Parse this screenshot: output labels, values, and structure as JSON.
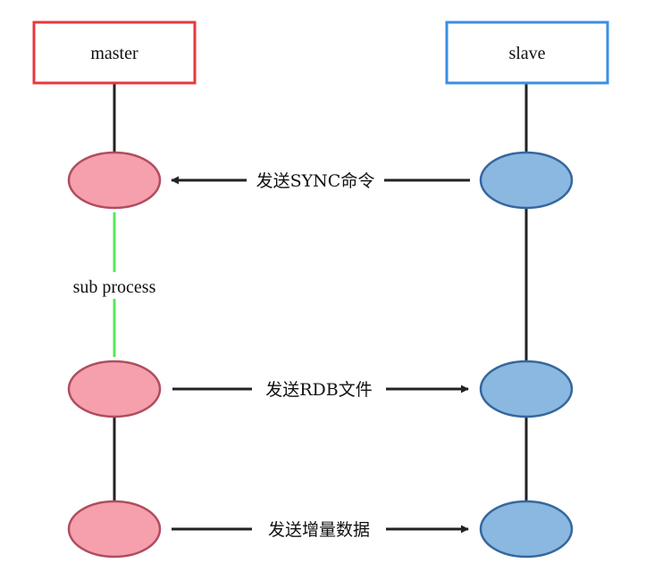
{
  "colors": {
    "master_border": "#e8383d",
    "slave_border": "#3a8ee6",
    "master_node_fill": "#f6a0ad",
    "master_node_stroke": "#b04d5e",
    "slave_node_fill": "#8bb8e0",
    "slave_node_stroke": "#35679e",
    "lifeline": "#222222",
    "sub_process_line": "#55e855",
    "arrow": "#222222"
  },
  "participants": {
    "master": {
      "label": "master"
    },
    "slave": {
      "label": "slave"
    }
  },
  "sub_process": {
    "label": "sub process"
  },
  "messages": [
    {
      "label": "发送SYNC命令",
      "from": "slave",
      "to": "master"
    },
    {
      "label": "发送RDB文件",
      "from": "master",
      "to": "slave"
    },
    {
      "label": "发送增量数据",
      "from": "master",
      "to": "slave"
    }
  ]
}
